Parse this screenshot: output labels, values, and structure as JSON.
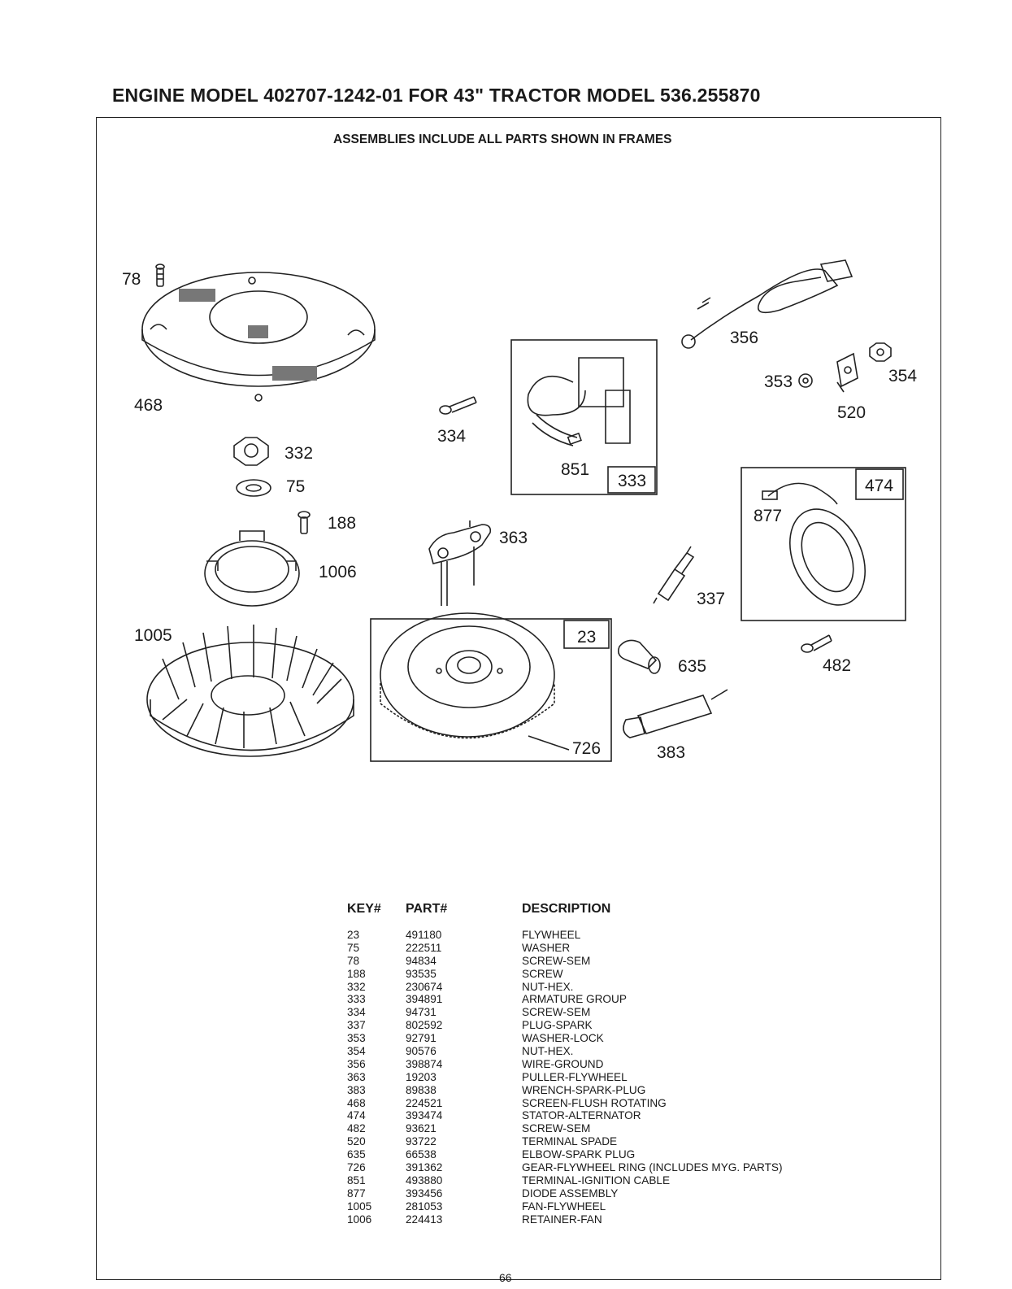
{
  "header": {
    "title": "ENGINE MODEL 402707-1242-01 FOR 43\" TRACTOR MODEL 536.255870",
    "frame_note": "ASSEMBLIES INCLUDE ALL PARTS SHOWN IN FRAMES"
  },
  "diagram": {
    "callouts": {
      "c78": "78",
      "c468": "468",
      "c332": "332",
      "c75": "75",
      "c188": "188",
      "c1006": "1006",
      "c1005": "1005",
      "c334": "334",
      "c363": "363",
      "c851": "851",
      "c333": "333",
      "c356": "356",
      "c353": "353",
      "c354": "354",
      "c520": "520",
      "c877": "877",
      "c474": "474",
      "c337": "337",
      "c23": "23",
      "c726": "726",
      "c635": "635",
      "c383": "383",
      "c482": "482"
    }
  },
  "parts_table": {
    "headers": {
      "key": "KEY#",
      "part": "PART#",
      "description": "DESCRIPTION"
    },
    "rows": [
      {
        "key": "23",
        "part": "491180",
        "description": "FLYWHEEL"
      },
      {
        "key": "75",
        "part": "222511",
        "description": "WASHER"
      },
      {
        "key": "78",
        "part": "94834",
        "description": "SCREW-SEM"
      },
      {
        "key": "188",
        "part": "93535",
        "description": "SCREW"
      },
      {
        "key": "332",
        "part": "230674",
        "description": "NUT-HEX."
      },
      {
        "key": "333",
        "part": "394891",
        "description": "ARMATURE GROUP"
      },
      {
        "key": "334",
        "part": "94731",
        "description": "SCREW-SEM"
      },
      {
        "key": "337",
        "part": "802592",
        "description": "PLUG-SPARK"
      },
      {
        "key": "353",
        "part": "92791",
        "description": "WASHER-LOCK"
      },
      {
        "key": "354",
        "part": "90576",
        "description": "NUT-HEX."
      },
      {
        "key": "356",
        "part": "398874",
        "description": "WIRE-GROUND"
      },
      {
        "key": "363",
        "part": "19203",
        "description": "PULLER-FLYWHEEL"
      },
      {
        "key": "383",
        "part": "89838",
        "description": "WRENCH-SPARK-PLUG"
      },
      {
        "key": "468",
        "part": "224521",
        "description": "SCREEN-FLUSH ROTATING"
      },
      {
        "key": "474",
        "part": "393474",
        "description": "STATOR-ALTERNATOR"
      },
      {
        "key": "482",
        "part": "93621",
        "description": "SCREW-SEM"
      },
      {
        "key": "520",
        "part": "93722",
        "description": "TERMINAL SPADE"
      },
      {
        "key": "635",
        "part": "66538",
        "description": "ELBOW-SPARK PLUG"
      },
      {
        "key": "726",
        "part": "391362",
        "description": "GEAR-FLYWHEEL RING (INCLUDES MYG. PARTS)"
      },
      {
        "key": "851",
        "part": "493880",
        "description": "TERMINAL-IGNITION CABLE"
      },
      {
        "key": "877",
        "part": "393456",
        "description": "DIODE ASSEMBLY"
      },
      {
        "key": "1005",
        "part": "281053",
        "description": "FAN-FLYWHEEL"
      },
      {
        "key": "1006",
        "part": "224413",
        "description": "RETAINER-FAN"
      }
    ]
  },
  "footer": {
    "page_number": "66"
  }
}
